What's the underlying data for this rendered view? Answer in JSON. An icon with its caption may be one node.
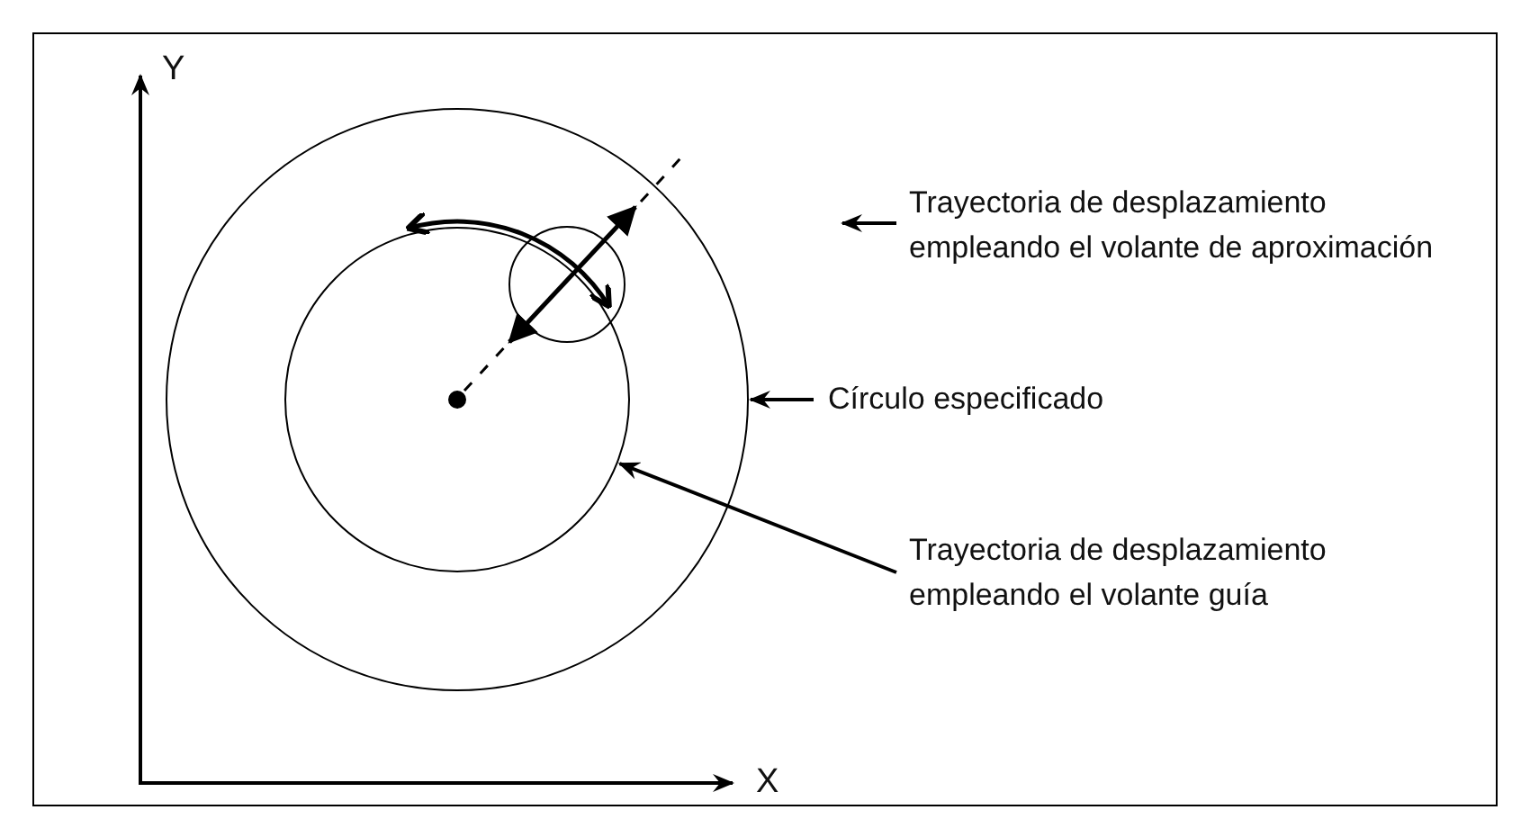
{
  "diagram": {
    "nodes": [
      {
        "text": [],
        "shape": "circle"
      },
      {
        "text": [],
        "shape": "circle",
        "in": 0
      },
      {
        "text": [
          "Trayectoria de desplazamiento empleando el volante de aproximación"
        ]
      },
      {
        "text": [
          "Círculo especificado"
        ]
      },
      {
        "text": [
          "Trayectoria de desplazamiento empleando el volante guía"
        ]
      }
    ],
    "edges": [
      {
        "from": 2,
        "to": null,
        "arrow": "to"
      },
      {
        "from": 3,
        "to": 0,
        "arrow": "to"
      },
      {
        "from": 4,
        "to": 1,
        "arrow": "to"
      }
    ],
    "labels": [
      "Y",
      "X"
    ]
  }
}
